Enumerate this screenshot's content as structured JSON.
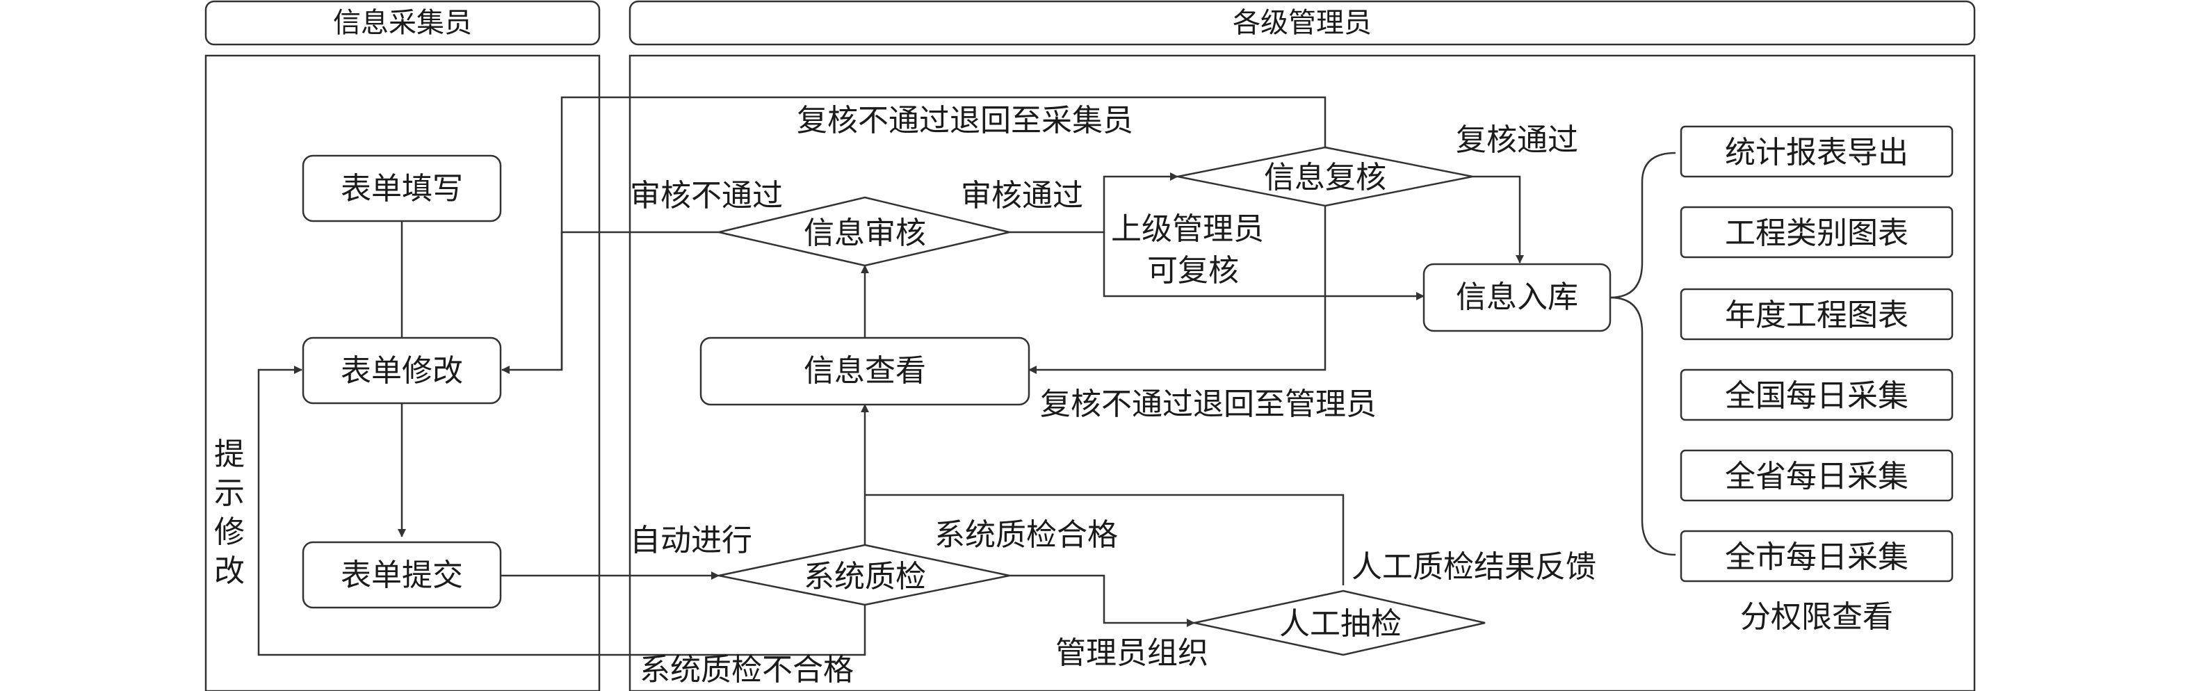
{
  "lanes": {
    "collector": "信息采集员",
    "managers": "各级管理员"
  },
  "nodes": {
    "fill_form": "表单填写",
    "modify_form": "表单修改",
    "submit_form": "表单提交",
    "info_view": "信息查看",
    "info_review": "信息审核",
    "info_recheck": "信息复核",
    "info_store": "信息入库",
    "system_qc": "系统质检",
    "manual_sampling": "人工抽检"
  },
  "edge_labels": {
    "recheck_fail_to_collector": "复核不通过退回至采集员",
    "review_fail": "审核不通过",
    "review_pass": "审核通过",
    "recheck_pass": "复核通过",
    "upper_recheck_line1": "上级管理员",
    "upper_recheck_line2": "可复核",
    "recheck_fail_to_manager": "复核不通过退回至管理员",
    "auto_proceed": "自动进行",
    "qc_pass": "系统质检合格",
    "manual_feedback": "人工质检结果反馈",
    "admin_organize": "管理员组织",
    "qc_fail": "系统质检不合格",
    "prompt_modify": [
      "提",
      "示",
      "修",
      "改"
    ]
  },
  "outputs": {
    "items": [
      "统计报表导出",
      "工程类别图表",
      "年度工程图表",
      "全国每日采集",
      "全省每日采集",
      "全市每日采集"
    ],
    "caption": "分权限查看"
  }
}
